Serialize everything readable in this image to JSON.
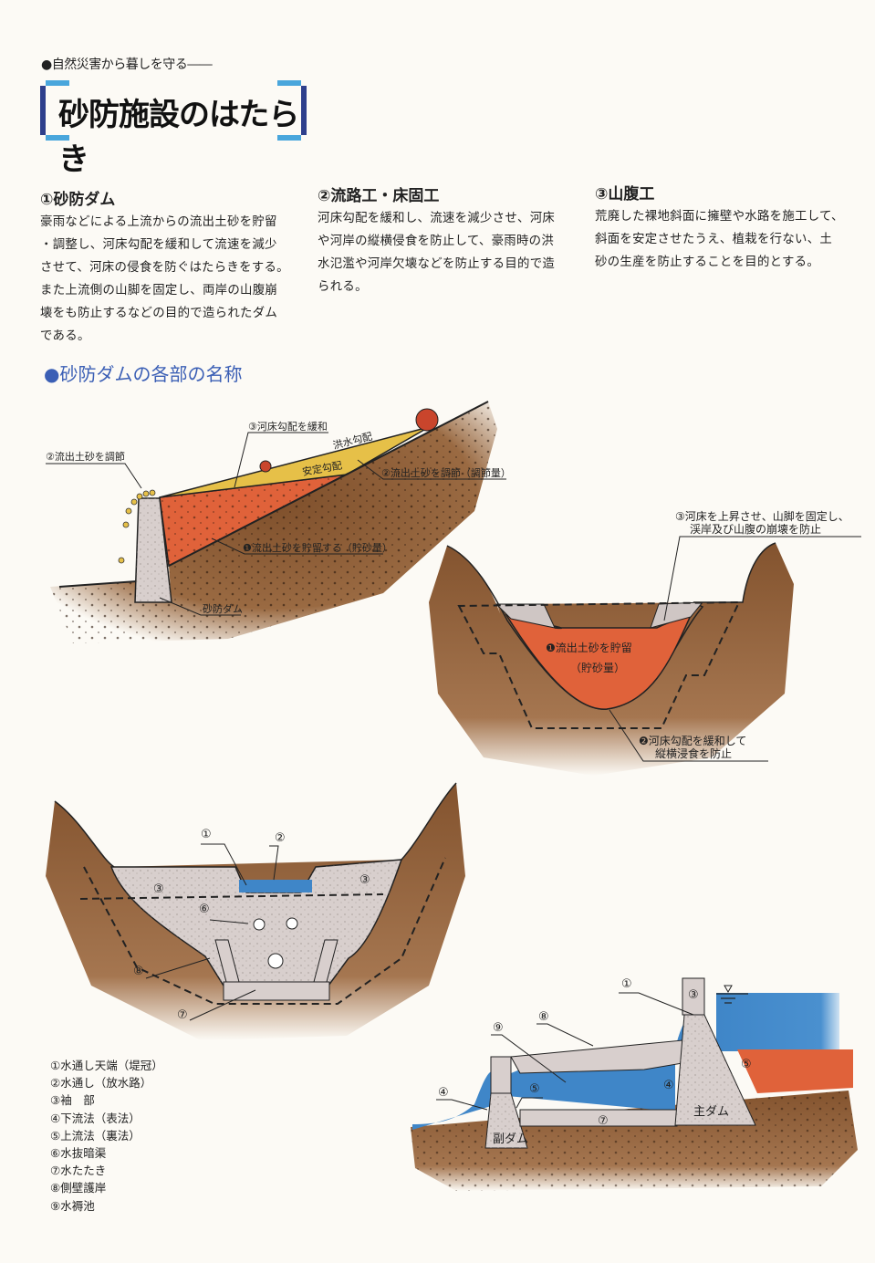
{
  "header": {
    "kicker": "●自然災害から暮しを守る――",
    "title": "砂防施設のはたらき"
  },
  "columns": [
    {
      "heading": "①砂防ダム",
      "lines": [
        "豪雨などによる上流からの流出土砂を貯留",
        "・調整し、河床勾配を緩和して流速を減少",
        "させて、河床の侵食を防ぐはたらきをする。",
        "また上流側の山脚を固定し、両岸の山腹崩",
        "壊をも防止するなどの目的で造られたダム",
        "である。"
      ]
    },
    {
      "heading": "②流路工・床固工",
      "lines": [
        "河床勾配を緩和し、流速を減少させ、河床",
        "や河岸の縦横侵食を防止して、豪雨時の洪",
        "水氾濫や河岸欠壊などを防止する目的で造",
        "られる。"
      ]
    },
    {
      "heading": "③山腹工",
      "lines": [
        "荒廃した裸地斜面に擁壁や水路を施工して、",
        "斜面を安定させたうえ、植栽を行ない、土",
        "砂の生産を防止することを目的とする。"
      ]
    }
  ],
  "section_title": "●砂防ダムの各部の名称",
  "diagram_side": {
    "label_gradient": "③河床勾配を緩和",
    "label_flood": "洪水勾配",
    "label_stable": "安定勾配",
    "label_regulate_left": "②流出土砂を調節",
    "label_regulate": "②流出土砂を調節（調節量）",
    "label_store": "❶流出土砂を貯留する（貯砂量）",
    "label_dam": "砂防ダム"
  },
  "diagram_valley": {
    "label3_line1": "③河床を上昇させ、山脚を固定し、",
    "label3_line2": "渓岸及び山腹の崩壊を防止",
    "label1_line1": "❶流出土砂を貯留",
    "label1_line2": "（貯砂量）",
    "label2_line1": "❷河床勾配を緩和して",
    "label2_line2": "縦横浸食を防止"
  },
  "diagram_front": {
    "n1": "①",
    "n2": "②",
    "n3a": "③",
    "n3b": "③",
    "n6": "⑥",
    "n7": "⑦",
    "n8": "⑧"
  },
  "diagram_profile": {
    "n1": "①",
    "n3": "③",
    "n4a": "④",
    "n4b": "④",
    "n5a": "⑤",
    "n5b": "⑤",
    "n7": "⑦",
    "n8": "⑧",
    "n9": "⑨",
    "main_dam": "主ダム",
    "sub_dam": "副ダム"
  },
  "legend": [
    "①水通し天端（堤冠）",
    "②水通し（放水路）",
    "③袖　部",
    "④下流法（表法）",
    "⑤上流法（裏法）",
    "⑥水抜暗渠",
    "⑦水たたき",
    "⑧側壁護岸",
    "⑨水褥池"
  ],
  "colors": {
    "soil": "#8a5a33",
    "sediment": "#e0623a",
    "flood": "#e6c048",
    "concrete": "#d8cfcd",
    "water": "#3f86c8",
    "accent_blue": "#3b5fb5"
  }
}
